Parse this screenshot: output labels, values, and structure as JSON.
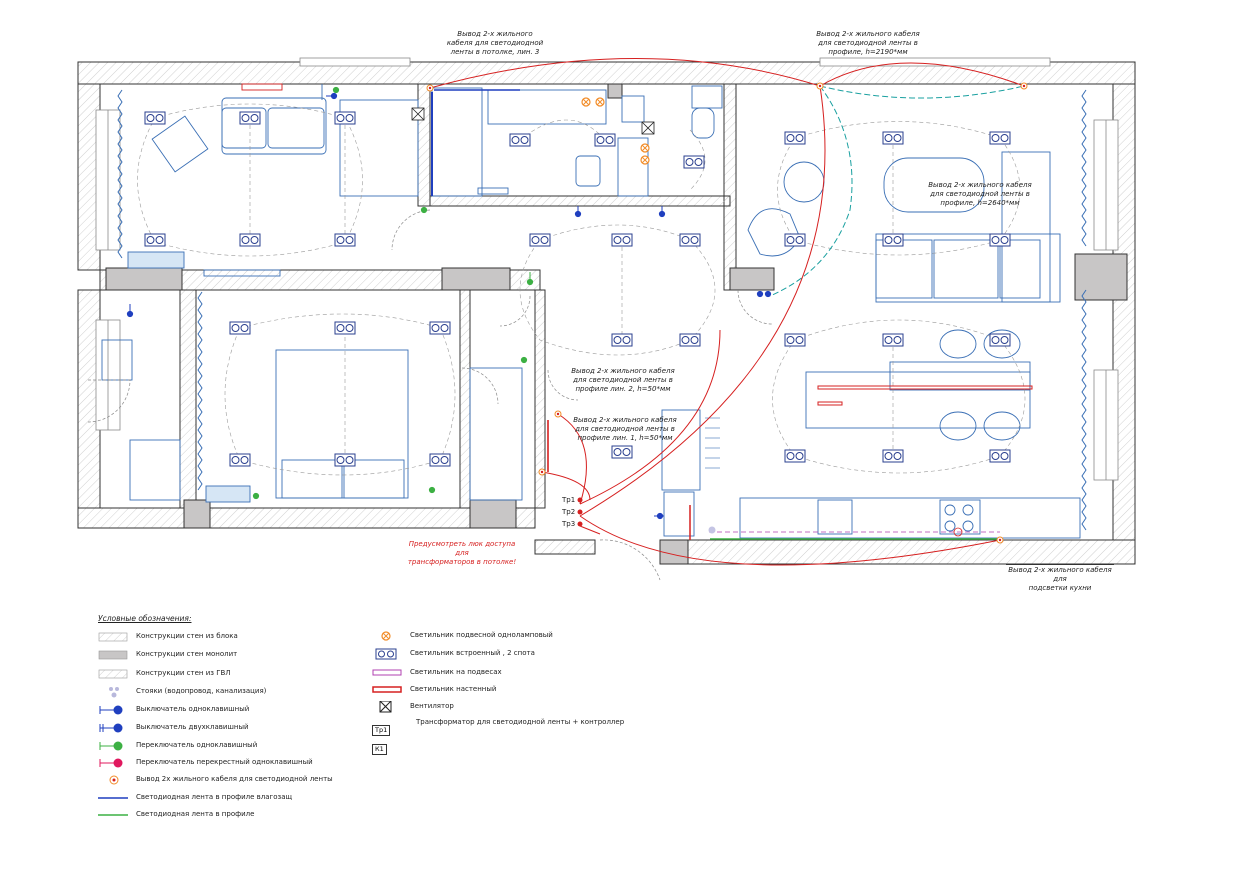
{
  "annotations": {
    "ceiling_line3": [
      "Вывод 2-х жильного",
      "кабеля для светодиодной",
      "ленты в потолке, лин. 3"
    ],
    "profile_2190": [
      "Вывод 2-х жильного кабеля",
      "для светодиодной ленты в",
      "профиле, h=2190*мм"
    ],
    "profile_2640": [
      "Вывод 2-х жильного кабеля",
      "для светодиодной ленты в",
      "профиле, h=2640*мм"
    ],
    "profile_line2": [
      "Вывод 2-х жильного кабеля",
      "для светодиодной ленты в",
      "профиле лин. 2, h=50*мм"
    ],
    "profile_line1": [
      "Вывод 2-х жильного кабеля",
      "для светодиодной ленты в",
      "профиле лин. 1, h=50*мм"
    ],
    "hatch_note": [
      "Предусмотреть люк доступа для",
      "трансформаторов в потолке!"
    ],
    "kitchen": [
      "Вывод 2-х жильного кабеля для",
      "подсветки кухни"
    ]
  },
  "transformers": [
    "Тр1",
    "Тр2",
    "Тр3"
  ],
  "legend": {
    "title": "Условные обозначения:",
    "left": [
      {
        "label": "Конструкции стен из блока",
        "icon": "hatch-block-icon"
      },
      {
        "label": "Конструкции стен монолит",
        "icon": "solid-grey-icon"
      },
      {
        "label": "Конструкции стен из ГВЛ",
        "icon": "hatch-gvl-icon"
      },
      {
        "label": "Стояки (водопровод, канализация)",
        "icon": "riser-icon"
      },
      {
        "label": "Выключатель одноклавишный",
        "icon": "switch-single-icon"
      },
      {
        "label": "Выключатель двухклавишный",
        "icon": "switch-double-icon"
      },
      {
        "label": "Переключатель одноклавишный",
        "icon": "changeover-switch-icon"
      },
      {
        "label": "Переключатель перекрестный одноклавишный",
        "icon": "cross-switch-icon"
      },
      {
        "label": "Вывод 2х жильного кабеля для светодиодной ленты",
        "icon": "cable-outlet-icon"
      },
      {
        "label": "Светодиодная лента в профиле влагозащ",
        "icon": "blue-line-icon"
      },
      {
        "label": "Светодиодная лента в профиле",
        "icon": "green-line-icon"
      }
    ],
    "right": [
      {
        "label": "Светильник подвесной однолампoвый",
        "icon": "pendant-lamp-icon"
      },
      {
        "label": "Светильник встроенный , 2 спота",
        "icon": "recessed-spot-icon"
      },
      {
        "label": "Светильник на подвесах",
        "icon": "suspended-lamp-icon"
      },
      {
        "label": "Светильник настенный",
        "icon": "wall-lamp-icon"
      },
      {
        "label": "Вентилятор",
        "icon": "fan-icon"
      },
      {
        "label": "Трансформатор для светодиодной ленты + контроллер",
        "icon": "transformer-icon",
        "box1": "Тр1",
        "box2": "К1"
      }
    ]
  },
  "colors": {
    "wall_line": "#333333",
    "monolith": "#c8c6c6",
    "furniture": "#3a6fb5",
    "cable": "#d62020",
    "spot": "#2a3f8f",
    "switch_blue": "#1f3fbf",
    "switch_green": "#3cb043",
    "switch_pink": "#e0185e",
    "outlet_orange": "#f28c28",
    "dim_dash": "#8a8a8a",
    "cyan_arc": "#1aa0a0"
  }
}
